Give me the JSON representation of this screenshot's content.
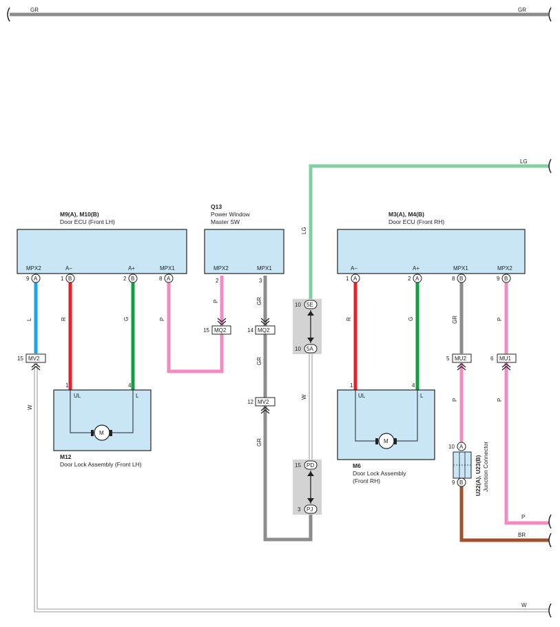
{
  "colors": {
    "GR": "#8c8c8e",
    "LG": "#80d0a0",
    "L": "#1aa6e6",
    "R": "#e8202a",
    "G": "#10a040",
    "P": "#f08cc0",
    "W": "#ffffff",
    "BR": "#a0522d",
    "box": "#c8e6f6"
  },
  "wire_labels": {
    "top_gr_left": "GR",
    "top_gr_right": "GR",
    "lg_right": "LG",
    "lg_vertical": "LG",
    "l_left": "L",
    "r_left": "R",
    "g_left": "G",
    "p_left": "P",
    "p_q13": "P",
    "gr_q13_a": "GR",
    "gr_q13_b": "GR",
    "gr_q13_c": "GR",
    "w_mid": "W",
    "w_left": "W",
    "r_right": "R",
    "g_right": "G",
    "gr_right": "GR",
    "p_right_mx2": "P",
    "p_mu2": "P",
    "p_mu1": "P",
    "p_bottom_right": "P",
    "br_bottom_right": "BR",
    "w_bottom_right": "W"
  },
  "components": {
    "door_ecu_lh": {
      "code": "M9(A), M10(B)",
      "name": "Door ECU (Front LH)"
    },
    "q13": {
      "code": "Q13",
      "name_line1": "Power Window",
      "name_line2": "Master SW"
    },
    "door_ecu_rh": {
      "code": "M3(A), M4(B)",
      "name": "Door ECU (Front RH)"
    },
    "m12": {
      "code": "M12",
      "name": "Door Lock Assembly (Front LH)"
    },
    "m6": {
      "code": "M6",
      "name_line1": "Door Lock Assembly",
      "name_line2": "(Front RH)"
    },
    "junction": {
      "code": "U22(A), U23(B)",
      "name": "Junction Connector"
    }
  },
  "terminals": {
    "lh_mpx2": "MPX2",
    "lh_am": "A–",
    "lh_ap": "A+",
    "lh_mpx1": "MPX1",
    "q13_mpx2": "MPX2",
    "q13_mpx1": "MPX1",
    "rh_am": "A–",
    "rh_ap": "A+",
    "rh_mpx1": "MPX1",
    "rh_mpx2": "MPX2",
    "m12_ul": "UL",
    "m12_l": "L",
    "m6_ul": "UL",
    "m6_l": "L",
    "motor": "M"
  },
  "pins": {
    "lh_9": "9",
    "lh_1": "1",
    "lh_2": "2",
    "lh_8": "8",
    "q13_2": "2",
    "q13_3": "3",
    "rh_1": "1",
    "rh_2": "2",
    "rh_8": "8",
    "rh_9": "9",
    "m12_1": "1",
    "m12_4": "4",
    "m6_1": "1",
    "m6_4": "4",
    "j_10": "10",
    "j_9": "9",
    "c5e": "10",
    "c5a": "10",
    "cpd": "15",
    "cpj": "3",
    "mq2_a": "15",
    "mq2_b": "14",
    "mv2_a": "15",
    "mv2_b": "12",
    "mu2": "5",
    "mu1": "6"
  },
  "pin_letters": {
    "lh_9": "A",
    "lh_1": "B",
    "lh_2": "B",
    "lh_8": "A",
    "rh_1": "A",
    "rh_2": "A",
    "rh_8": "B",
    "rh_9": "B",
    "j_10": "A",
    "j_9": "B"
  },
  "connectors": {
    "mq2_a": "MQ2",
    "mq2_b": "MQ2",
    "mv2_a": "MV2",
    "mv2_b": "MV2",
    "mu2": "MU2",
    "mu1": "MU1",
    "c5e": "5E",
    "c5a": "5A",
    "cpd": "PD",
    "cpj": "PJ"
  }
}
